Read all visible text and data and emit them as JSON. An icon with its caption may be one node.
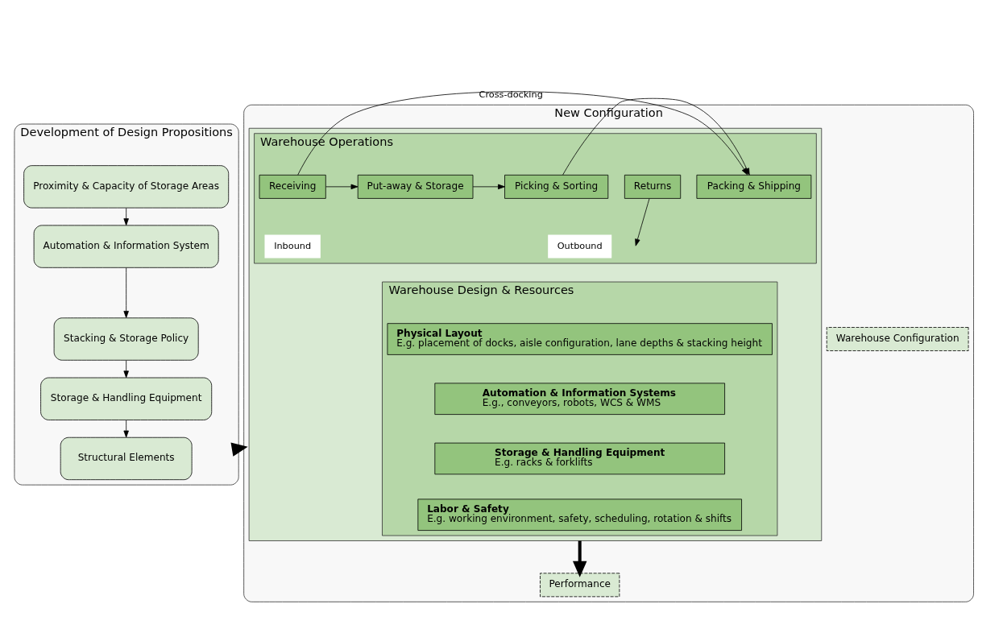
{
  "diagram": {
    "nodes": [
      {
        "text": [
          "Development of Design Propositions"
        ]
      },
      {
        "text": [
          "Proximity & Capacity of Storage Areas"
        ],
        "in": 0
      },
      {
        "text": [
          "Automation & Information System"
        ],
        "in": 0
      },
      {
        "text": [
          "Stacking & Storage Policy"
        ],
        "in": 0
      },
      {
        "text": [
          "Storage & Handling Equipment"
        ],
        "in": 0
      },
      {
        "text": [
          "Structural Elements"
        ],
        "in": 0
      },
      {
        "text": [
          "New Configuration"
        ]
      },
      {
        "text": [],
        "shape": "box",
        "in": 6
      },
      {
        "text": [
          "Warehouse Operations"
        ],
        "in": 7
      },
      {
        "text": [
          "Receiving"
        ],
        "in": 8
      },
      {
        "text": [
          "Put-away & Storage"
        ],
        "in": 8
      },
      {
        "text": [
          "Picking & Sorting"
        ],
        "in": 8
      },
      {
        "text": [
          "Packing & Shipping"
        ],
        "in": 8
      },
      {
        "text": [
          "Returns"
        ],
        "in": 8
      },
      {
        "text": [
          "Warehouse Design & Resources"
        ],
        "in": 7
      },
      {
        "text": [
          "Physical Layout",
          "E.g. placement of docks, aisle configuration, lane depths & stacking height"
        ],
        "in": 14
      },
      {
        "text": [
          "Automation & Information Systems",
          "E.g., conveyors, robots, WCS & WMS"
        ],
        "in": 14
      },
      {
        "text": [
          "Storage & Handling Equipment",
          "E.g. racks & forklifts"
        ],
        "in": 14
      },
      {
        "text": [
          "Labor & Safety",
          "E.g. working environment, safety, scheduling, rotation & shifts"
        ],
        "in": 14
      },
      {
        "text": [
          "Performance"
        ],
        "in": 6
      },
      {
        "text": [
          "Warehouse Configuration"
        ],
        "in": 6
      }
    ],
    "edges": [
      {
        "from": 1,
        "to": 2,
        "arrow": "to"
      },
      {
        "from": 2,
        "to": 3,
        "arrow": "to"
      },
      {
        "from": 3,
        "to": 4,
        "arrow": "to"
      },
      {
        "from": 4,
        "to": 5,
        "arrow": "to"
      },
      {
        "from": 0,
        "to": 6,
        "arrow": "to",
        "style": "thick"
      },
      {
        "from": 9,
        "to": 10,
        "arrow": "to"
      },
      {
        "from": 10,
        "to": 11,
        "arrow": "to"
      },
      {
        "from": 11,
        "to": 12,
        "arrow": "to"
      },
      {
        "from": 9,
        "to": 12,
        "arrow": "to",
        "label": "Cross-docking"
      },
      {
        "from": 13,
        "to": null,
        "arrow": "to"
      },
      {
        "from": 7,
        "to": 19,
        "arrow": "to",
        "style": "thick"
      }
    ],
    "labels": [
      "Inbound",
      "Outbound"
    ]
  }
}
